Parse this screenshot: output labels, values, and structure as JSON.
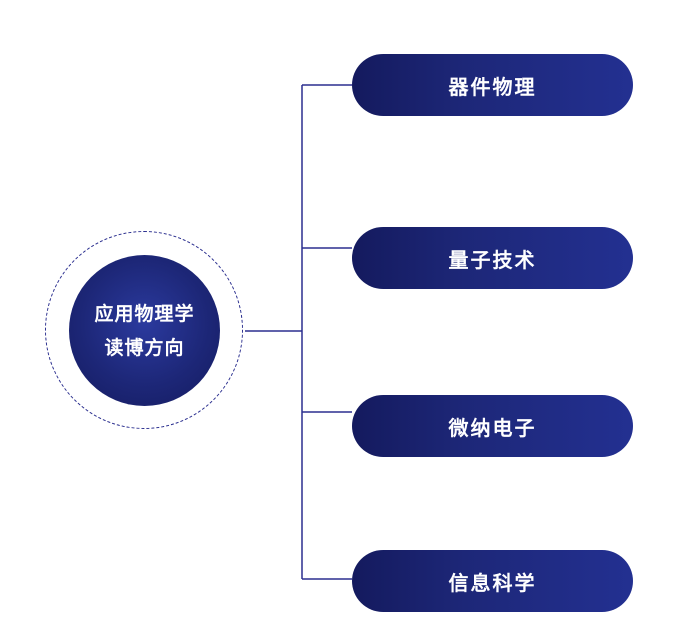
{
  "center": {
    "line1": "应用物理学",
    "line2": "读博方向"
  },
  "branches": [
    {
      "label": "器件物理"
    },
    {
      "label": "量子技术"
    },
    {
      "label": "微纳电子"
    },
    {
      "label": "信息科学"
    }
  ],
  "colors": {
    "primary_dark": "#141a5e",
    "primary": "#1d2778",
    "connector": "#2b2f8f"
  }
}
